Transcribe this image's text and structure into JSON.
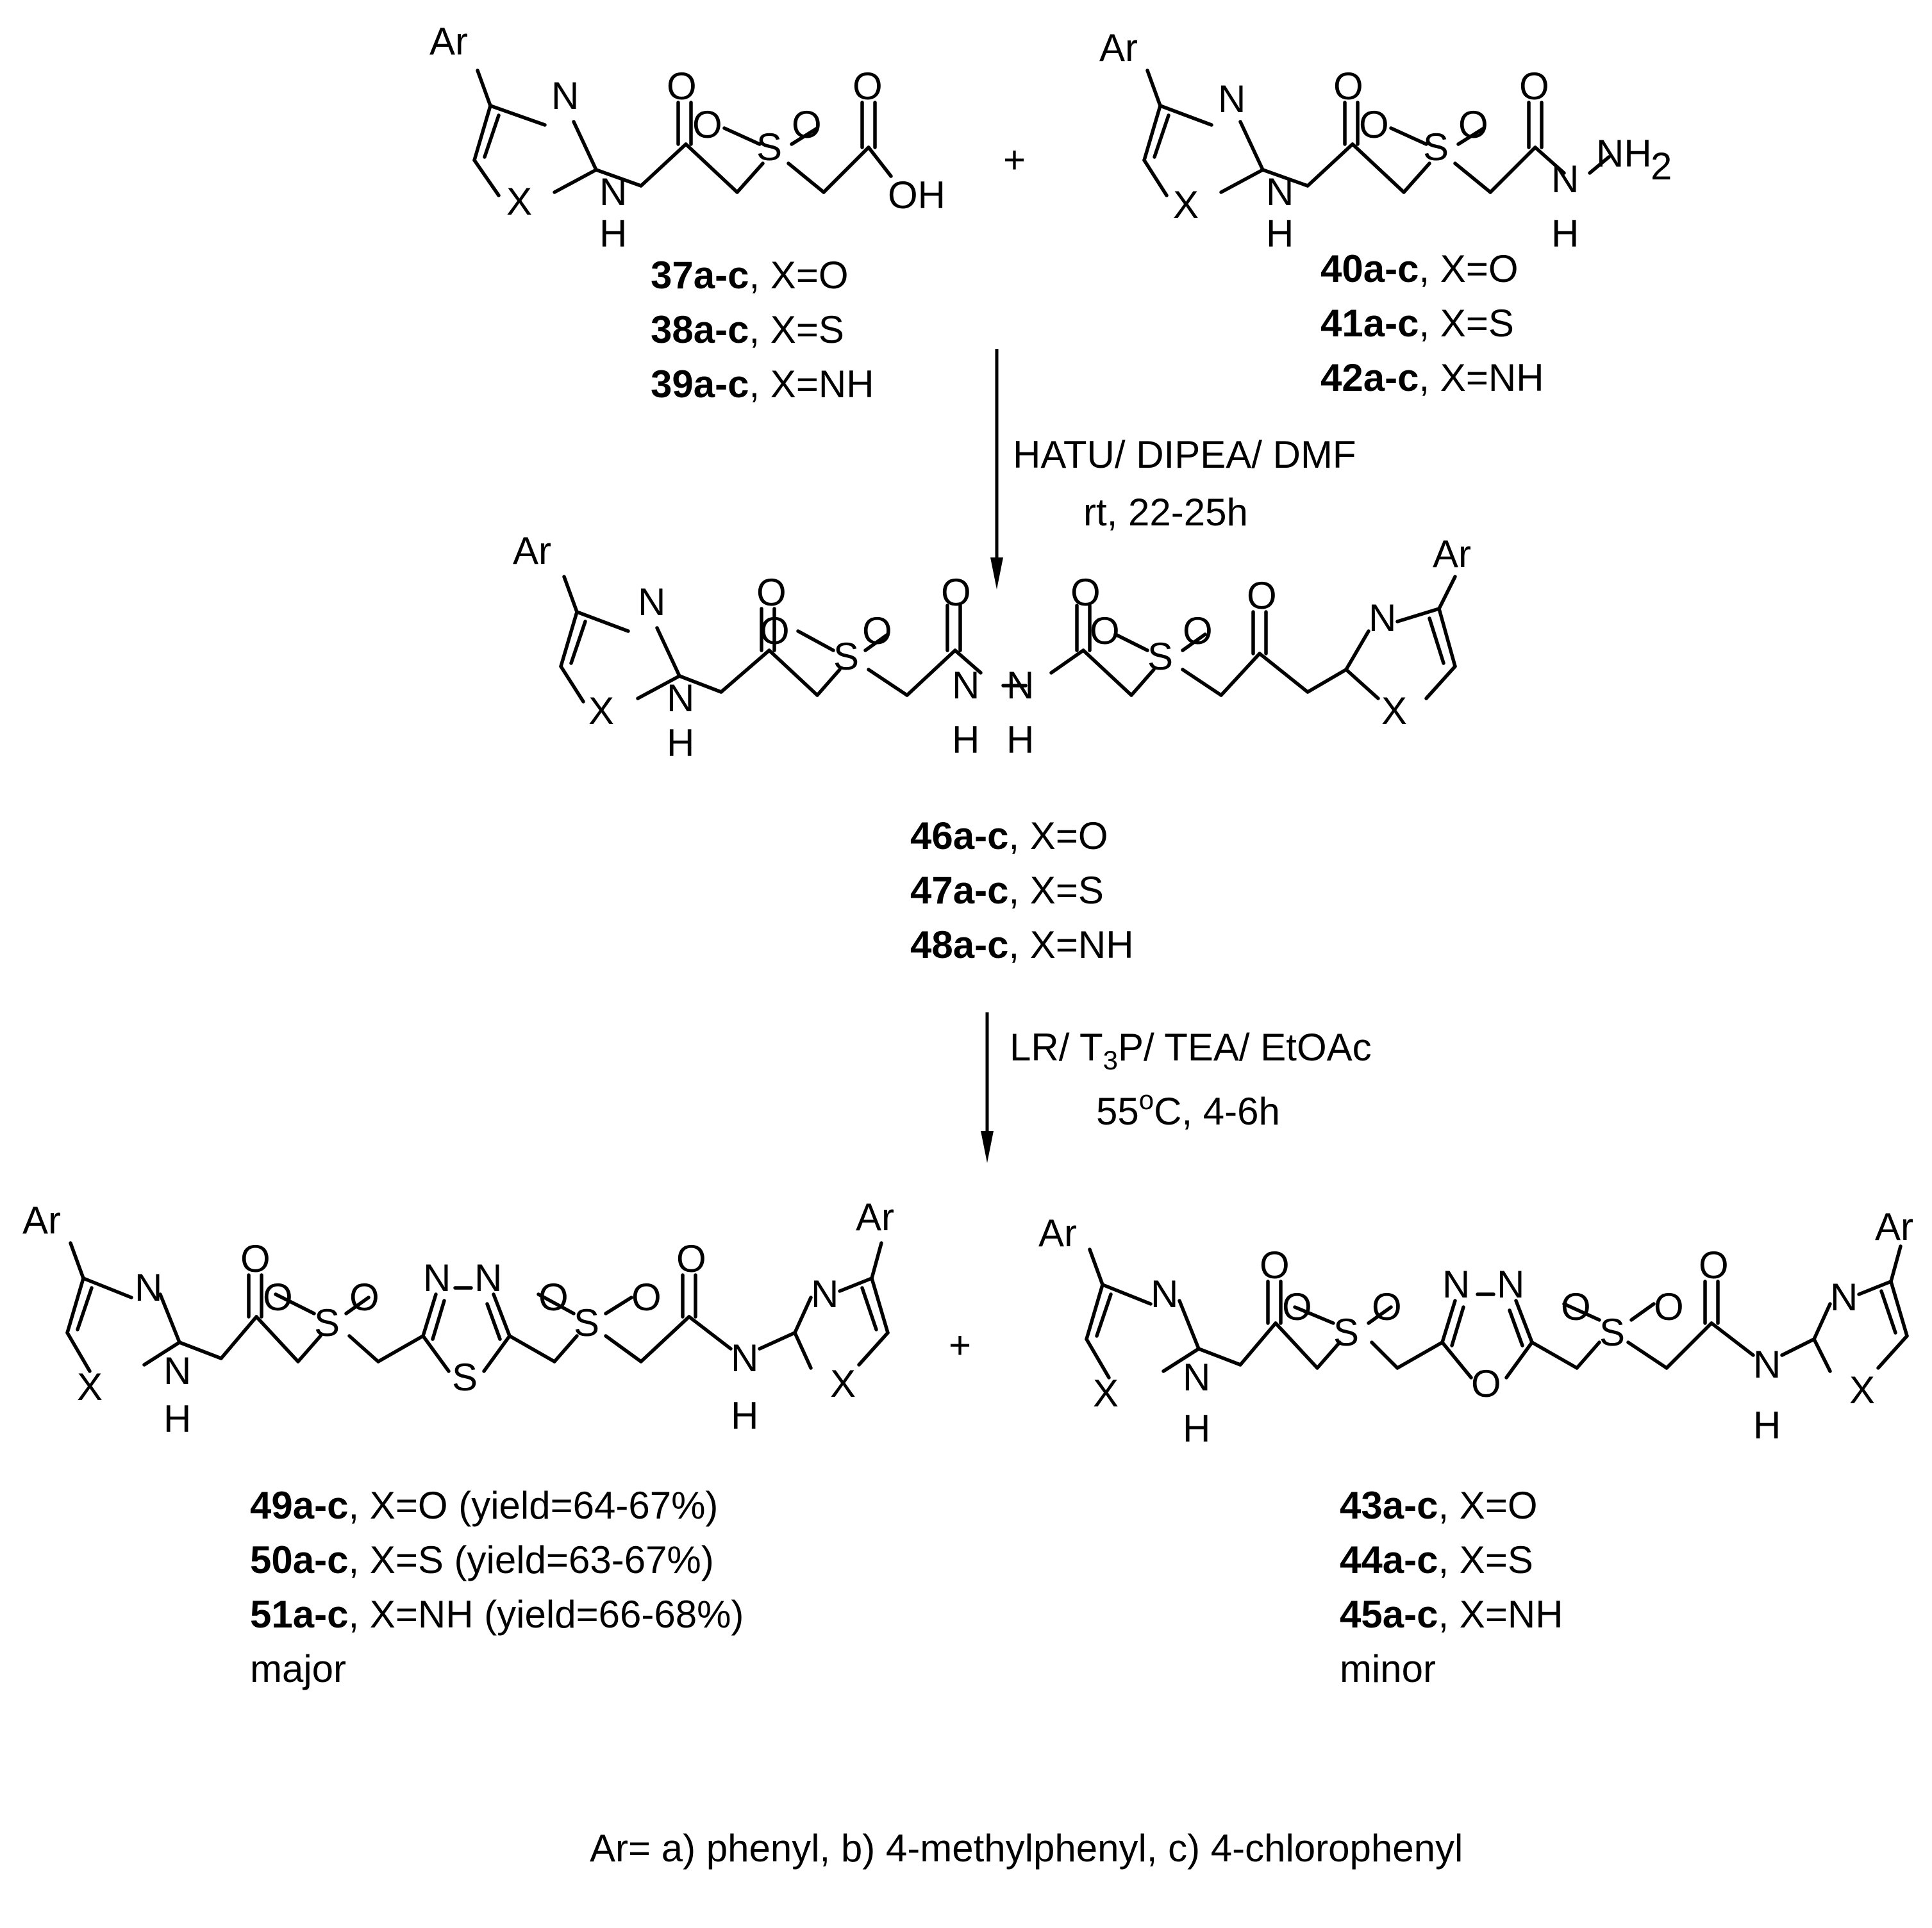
{
  "atoms": {
    "ar": "Ar",
    "n": "N",
    "x": "X",
    "nh": "N",
    "h": "H",
    "o": "O",
    "s": "S",
    "oh": "OH",
    "nh2": "NH",
    "two": "2"
  },
  "plus": "+",
  "reactant1": {
    "lines": [
      {
        "code": "37a-c",
        "rest": ", X=O"
      },
      {
        "code": "38a-c",
        "rest": ", X=S"
      },
      {
        "code": "39a-c",
        "rest": ", X=NH"
      }
    ]
  },
  "reactant2": {
    "lines": [
      {
        "code": "40a-c",
        "rest": ", X=O"
      },
      {
        "code": "41a-c",
        "rest": ", X=S"
      },
      {
        "code": "42a-c",
        "rest": ", X=NH"
      }
    ]
  },
  "step1": {
    "reagents": "HATU/ DIPEA/ DMF",
    "conditions": "rt, 22-25h"
  },
  "intermediate": {
    "lines": [
      {
        "code": "46a-c",
        "rest": ", X=O"
      },
      {
        "code": "47a-c",
        "rest": ", X=S"
      },
      {
        "code": "48a-c",
        "rest": ", X=NH"
      }
    ]
  },
  "step2": {
    "reagents_a": "LR/ T",
    "sub3": "3",
    "reagents_b": "P/ TEA/ EtOAc",
    "temp": "55",
    "deg": "o",
    "temp_rest": "C, 4-6h"
  },
  "product_major": {
    "lines": [
      {
        "code": "49a-c",
        "rest": ", X=O (yield=64-67%)"
      },
      {
        "code": "50a-c",
        "rest": ", X=S (yield=63-67%)"
      },
      {
        "code": "51a-c",
        "rest": ", X=NH (yield=66-68%)"
      }
    ],
    "tag": "major"
  },
  "product_minor": {
    "lines": [
      {
        "code": "43a-c",
        "rest": ", X=O"
      },
      {
        "code": "44a-c",
        "rest": ", X=S"
      },
      {
        "code": "45a-c",
        "rest": ", X=NH"
      }
    ],
    "tag": "minor"
  },
  "footnote": "Ar= a) phenyl, b) 4-methylphenyl, c) 4-chlorophenyl"
}
